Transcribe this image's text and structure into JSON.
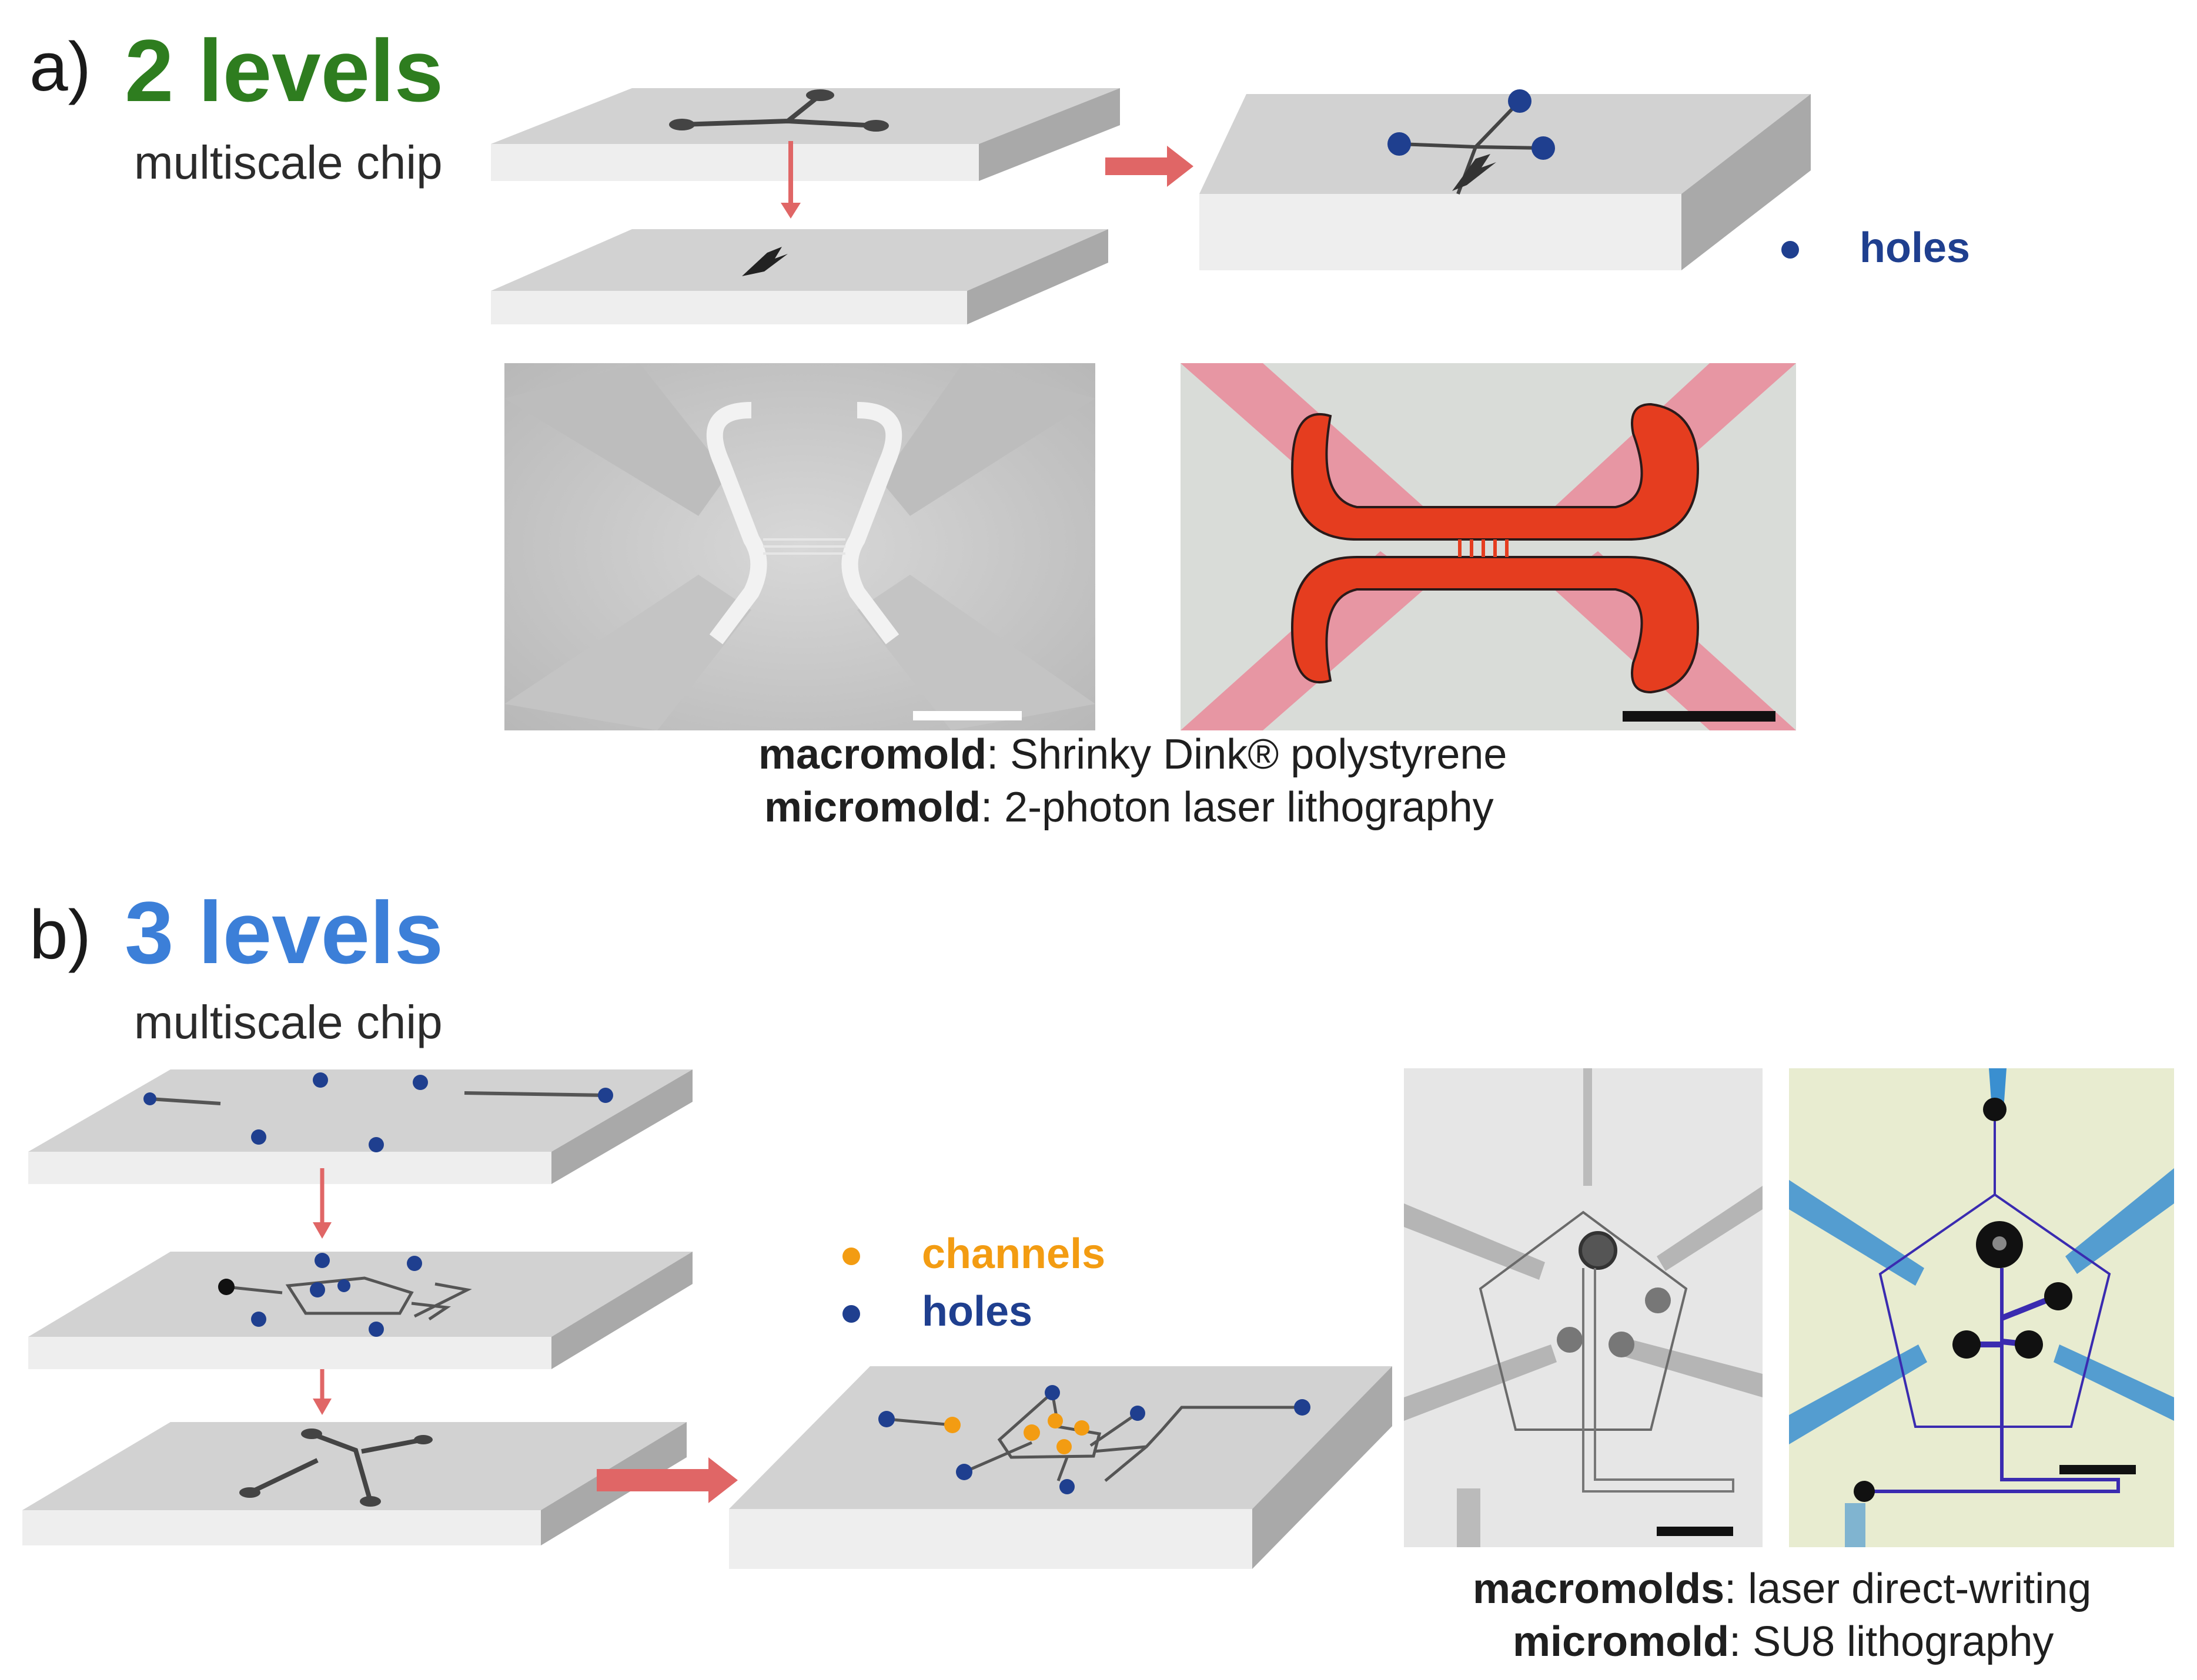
{
  "panel_a": {
    "letter": "a)",
    "title": "2 levels",
    "subtitle": "multiscale chip",
    "legend": [
      {
        "text": "holes",
        "color": "#1f3f8f"
      }
    ],
    "caption": [
      {
        "term": "macromold",
        "desc": ": Shrinky Dink® polystyrene"
      },
      {
        "term": "micromold",
        "desc": ": 2-photon laser lithography"
      }
    ]
  },
  "panel_b": {
    "letter": "b)",
    "title": "3 levels",
    "subtitle": "multiscale chip",
    "legend": [
      {
        "text": "channels",
        "color": "#f39c12"
      },
      {
        "text": "holes",
        "color": "#1f3f8f"
      }
    ],
    "caption": [
      {
        "term": "macromolds",
        "desc": ": laser direct-writing"
      },
      {
        "term": "micromold",
        "desc": ": SU8 lithography"
      }
    ]
  },
  "colors": {
    "title_a": "#2e7d1f",
    "title_b": "#3c7fd8",
    "arrow": "#e06666",
    "hole": "#1f3f8f",
    "channel": "#f39c12",
    "plate_top": "#d2d2d2",
    "plate_front": "#eeeeee",
    "plate_side": "#a9a9a9",
    "fluid_red": "#e53d1f",
    "dye_blue": "#3a8fd0",
    "ink_purple": "#3a2bb0"
  },
  "icons": [
    "down-arrow-icon",
    "right-arrow-icon",
    "hole-dot-icon",
    "channel-dot-icon",
    "scale-bar-icon"
  ]
}
